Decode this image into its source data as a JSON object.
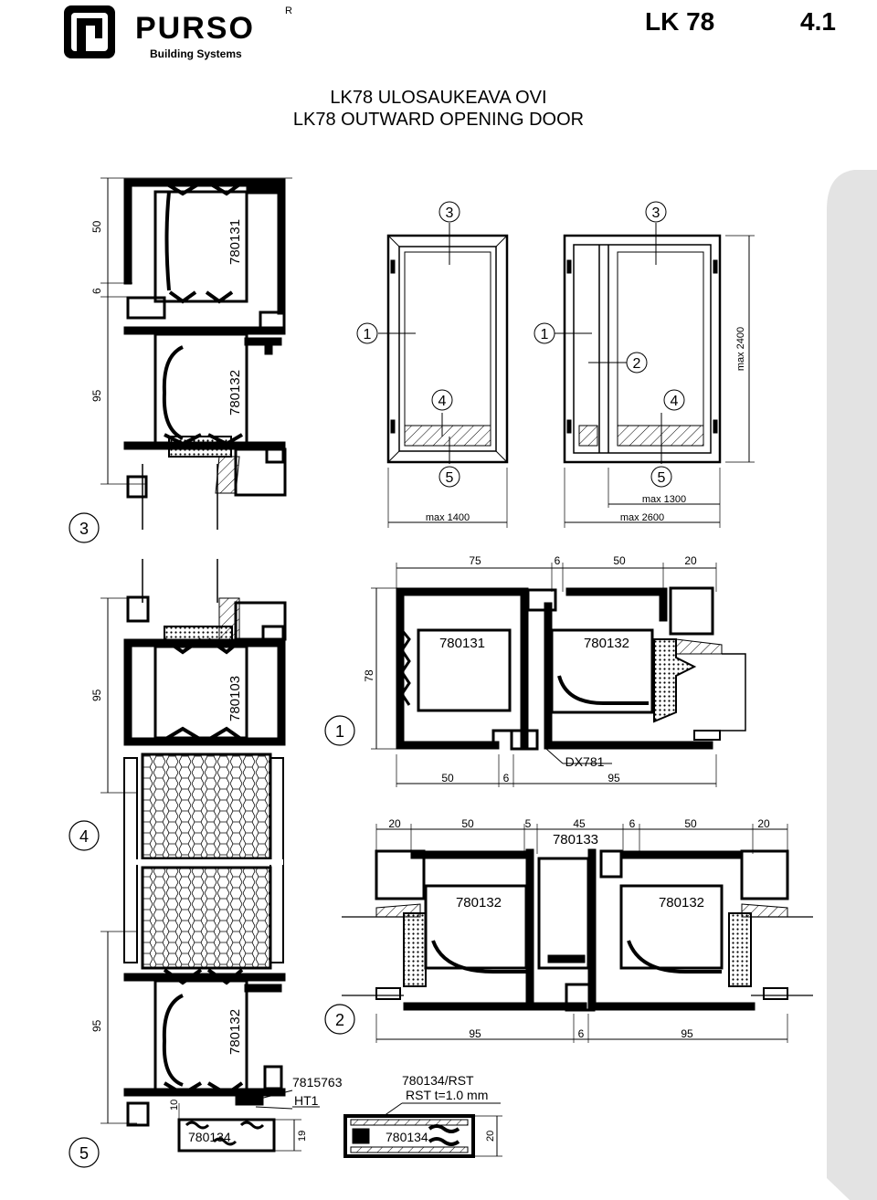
{
  "header": {
    "brand_name": "PURSO",
    "brand_subtitle": "Building Systems",
    "registered_mark": "R",
    "sheet_code": "LK 78",
    "page_number": "4.1",
    "title_fi": "LK78 ULOSAUKEAVA OVI",
    "title_en": "LK78 OUTWARD OPENING DOOR"
  },
  "section_markers": {
    "m1": "1",
    "m2": "2",
    "m3": "3",
    "m4": "4",
    "m5": "5"
  },
  "elevation": {
    "leaf_label": "1",
    "glass_label": "3",
    "panel_label": "4",
    "threshold_label": "5",
    "mullion_label": "2",
    "single_width": "max 1400",
    "double_width": "max 2600",
    "leaf_width": "max 1300",
    "height": "max 2400"
  },
  "vertical_section": {
    "dim_50": "50",
    "dim_6": "6",
    "dim_95_upper": "95",
    "dim_95_middle": "95",
    "dim_95_lower": "95",
    "dim_10": "10",
    "dim_19": "19",
    "profile_top": "780131",
    "profile_mid": "780132",
    "profile_panel": "780103",
    "profile_bottom": "780132",
    "profile_threshold": "780134",
    "part_gasket": "7815763",
    "part_ht": "HT1"
  },
  "section_1": {
    "dim_75": "75",
    "dim_6": "6",
    "dim_50": "50",
    "dim_20": "20",
    "dim_78": "78",
    "dim_50_bottom": "50",
    "dim_6_bottom": "6",
    "dim_95": "95",
    "profile_left": "780131",
    "profile_right": "780132",
    "part": "DX781"
  },
  "section_2": {
    "dim_20a": "20",
    "dim_50a": "50",
    "dim_5": "5",
    "dim_45": "45",
    "dim_6": "6",
    "dim_50b": "50",
    "dim_20b": "20",
    "profile_astragal": "780133",
    "profile_left": "780132",
    "profile_right": "780132",
    "dim_95_left": "95",
    "dim_6_bottom": "6",
    "dim_95_right": "95"
  },
  "threshold_detail": {
    "profile": "780134/RST",
    "spec": "RST t=1.0 mm",
    "profile_label": "780134",
    "dim_20": "20"
  }
}
